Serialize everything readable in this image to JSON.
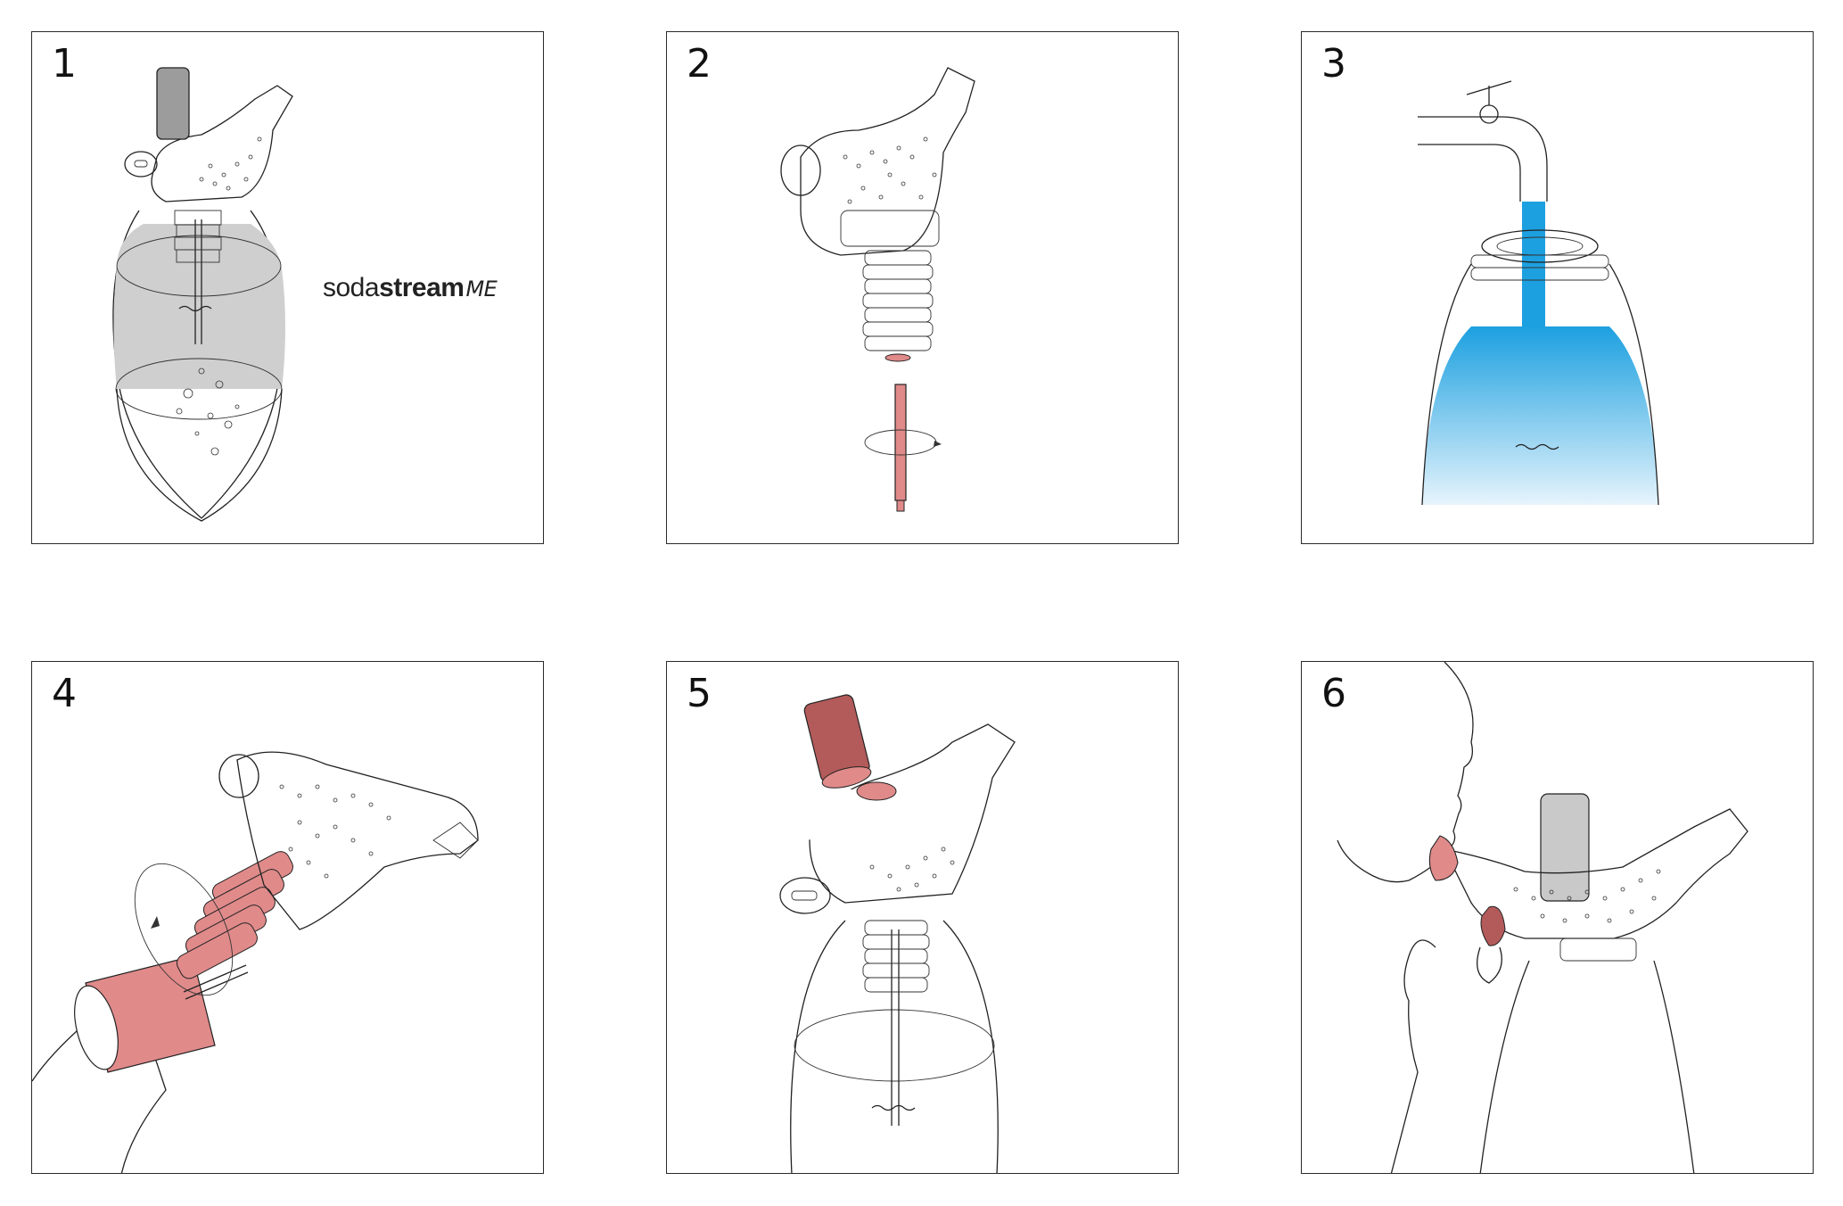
{
  "panels": [
    {
      "number": "1"
    },
    {
      "number": "2"
    },
    {
      "number": "3"
    },
    {
      "number": "4"
    },
    {
      "number": "5"
    },
    {
      "number": "6"
    }
  ],
  "brand": {
    "part1": "soda",
    "part2": "stream",
    "part3": "ME"
  },
  "colors": {
    "highlight": "#e08a8a",
    "highlight_dark": "#b35a5a",
    "water": "#1ca0e0",
    "water_light": "#e6f4fc",
    "liquid_gray": "#c9c9c9",
    "line": "#222222"
  }
}
